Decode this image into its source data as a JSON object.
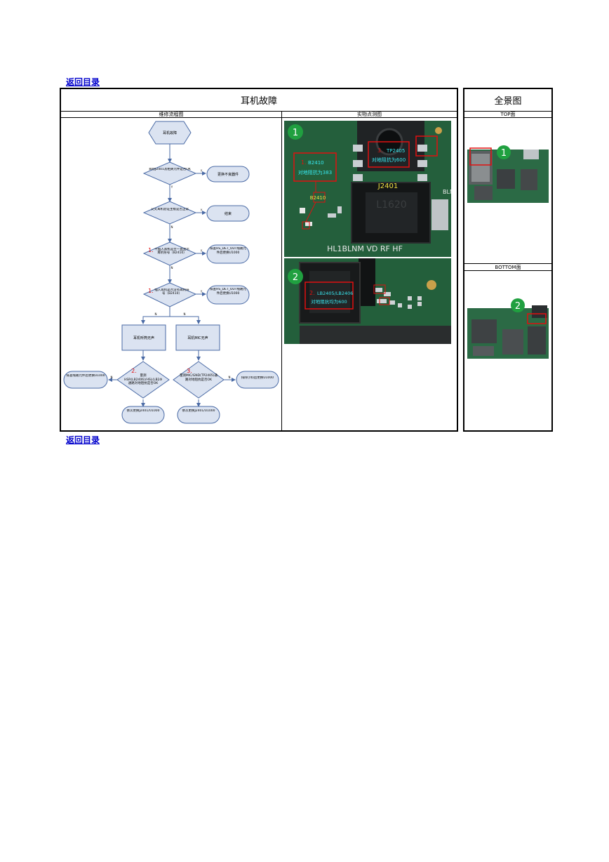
{
  "nav": {
    "back_label": "返回目录"
  },
  "main": {
    "title": "耳机故障",
    "col_flow": "维修流程图",
    "col_measure": "实物点测图"
  },
  "side": {
    "title": "全景图",
    "top_label": "TOP面",
    "bottom_label": "BOTTOM面"
  },
  "flow": {
    "start": "耳机故障",
    "q1": "目检J2401及相关元件是否OK",
    "a1": "更换不良器件",
    "q2": "交叉耳机验证主板是否正常",
    "a2": "结束",
    "q3_num": "1.",
    "q3": "不插入耳机是否一直显示耳机符号（B2410）",
    "a3": "排查HS_DET_OUT线路元件后更换U1000",
    "q4_num": "1.",
    "q4": "插入耳机是否没有耳机符号（B2410）",
    "a4": "排查HS_DET_OUT线路元件后更换U1000",
    "b1": "耳机听筒无声",
    "b2": "耳机MIC无声",
    "q5_num": "2.",
    "q5": "量测HSR(LB2406)/HSL(LB2405)通路对地阻抗是否OK",
    "q6_num": "3.",
    "q6": "量测MIC/GND(TP2405)通路对地阻抗是否OK",
    "a5": "排查线路元件后更换U1000",
    "a6": "排除小料后更换U1000",
    "e1": "依次更换J2401/U1000",
    "e2": "依次更换J2401/U1000",
    "y": "Y",
    "n": "N"
  },
  "photo1": {
    "badge": "1",
    "label1_num": "1.",
    "label1_name": "B2410",
    "label1_val": "对地阻抗为383",
    "label3_num": "3.",
    "label3_name": "TP2405",
    "label3_val": "对地阻抗为600",
    "part": "J2401",
    "chip": "L1620",
    "part2": "B2410",
    "silk": "HL1BLNM VD RF HF",
    "edge": "BLN"
  },
  "photo2": {
    "badge": "2",
    "label_num": "2.",
    "label_name": "LB2405/LB2406",
    "label_val": "对地阻抗均为600"
  },
  "overview": {
    "badge_top": "1",
    "badge_bottom": "2"
  },
  "colors": {
    "link": "#0000cc",
    "flow_fill": "#dbe3f1",
    "flow_stroke": "#4a6aa5",
    "red": "#e01010",
    "cyan": "#38e8f0",
    "badge": "#20a040"
  }
}
